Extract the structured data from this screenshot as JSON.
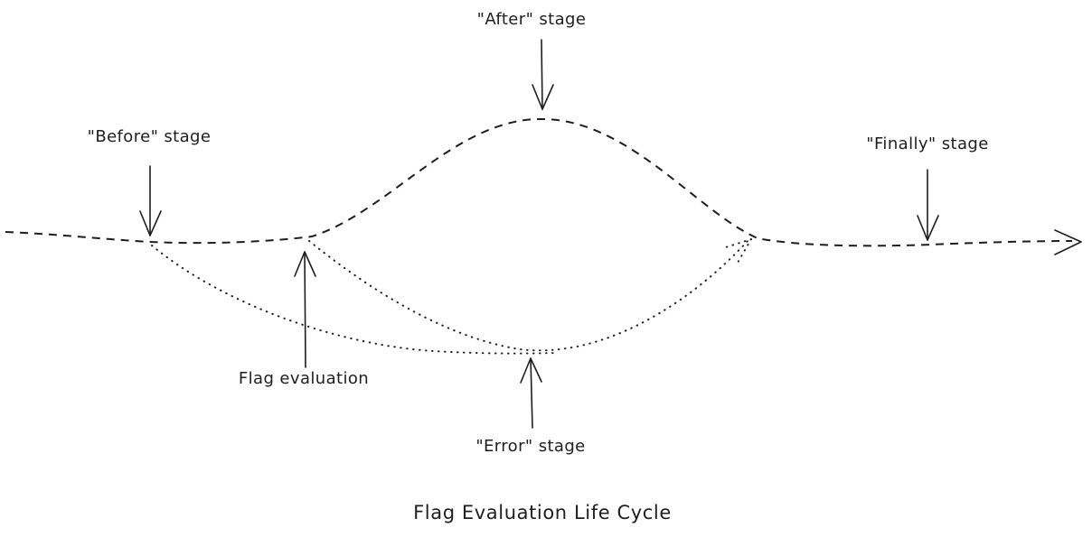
{
  "diagram": {
    "title": "Flag Evaluation Life Cycle",
    "labels": {
      "after_stage": "\"After\" stage",
      "before_stage": "\"Before\" stage",
      "finally_stage": "\"Finally\" stage",
      "flag_evaluation": "Flag evaluation",
      "error_stage": "\"Error\" stage"
    },
    "style": {
      "stroke_color": "#1e1e1e",
      "background_color": "#ffffff"
    }
  }
}
